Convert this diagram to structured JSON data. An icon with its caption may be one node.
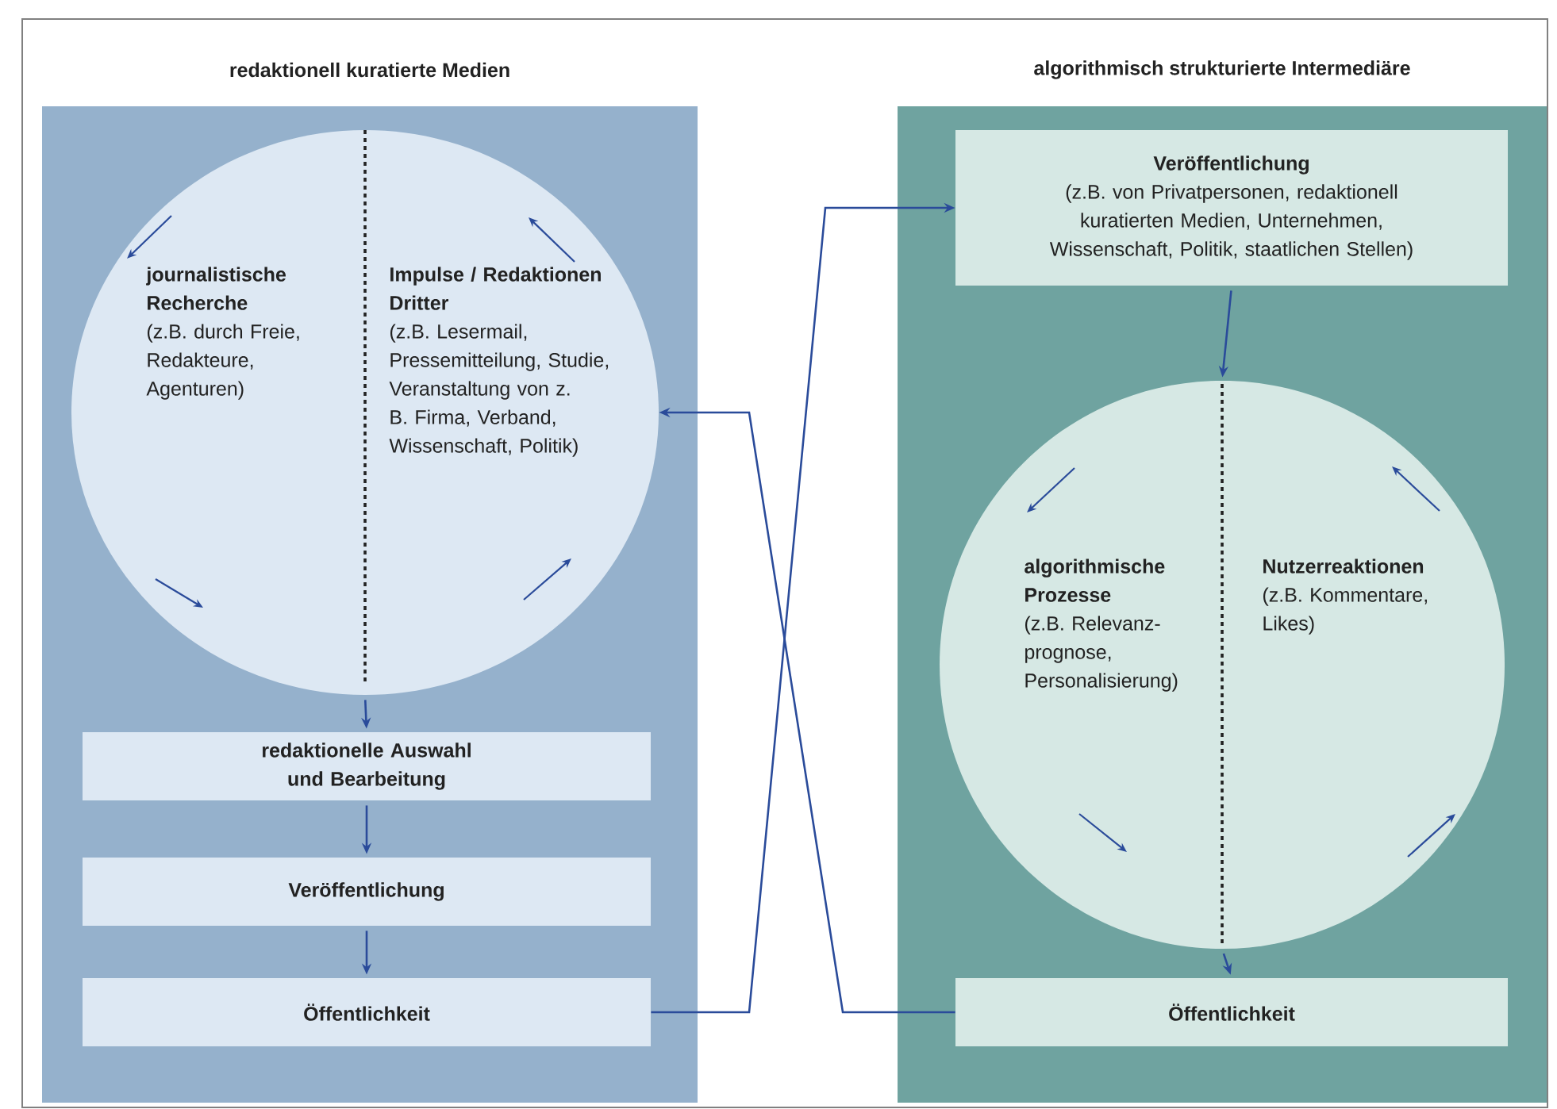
{
  "diagram": {
    "nodes": [
      {
        "text": [
          "redaktionell kuratierte Medien"
        ]
      },
      {
        "text": [
          "journalistische Recherche",
          "(z.B. durch Freie, Redakteure, Agenturen)",
          "Impulse / Redaktionen Dritter",
          "(z.B. Lesermail, Pressemitteilung, Studie, Veranstaltung von z. B. Firma, Verband, Wissenschaft, Politik)"
        ],
        "in": 0
      },
      {
        "text": [
          "redaktionelle Auswahl und Bearbeitung"
        ],
        "in": 0
      },
      {
        "text": [
          "Veröffentlichung"
        ],
        "in": 0
      },
      {
        "text": [
          "Öffentlichkeit"
        ],
        "in": 0
      },
      {
        "text": [
          "algorithmisch strukturierte Intermediäre"
        ]
      },
      {
        "text": [
          "Veröffentlichung",
          "(z.B. von Privatpersonen, redaktionell kuratierten Medien, Unternehmen, Wissenschaft, Politik, staatlichen Stellen)"
        ],
        "in": 5
      },
      {
        "text": [
          "algorithmische Prozesse",
          "(z.B. Relevanz-prognose, Personalisierung)",
          "Nutzerreaktionen",
          "(z.B. Kommentare, Likes)"
        ],
        "in": 5
      },
      {
        "text": [
          "Öffentlichkeit"
        ],
        "in": 5
      }
    ],
    "edges": [
      {
        "from": 1,
        "to": 2,
        "arrow": "to"
      },
      {
        "from": 2,
        "to": 3,
        "arrow": "to"
      },
      {
        "from": 3,
        "to": 4,
        "arrow": "to"
      },
      {
        "from": 4,
        "to": 6,
        "arrow": "to"
      },
      {
        "from": 6,
        "to": 7,
        "arrow": "to"
      },
      {
        "from": 7,
        "to": 8,
        "arrow": "to"
      },
      {
        "from": 8,
        "to": 1,
        "arrow": "to"
      }
    ]
  }
}
